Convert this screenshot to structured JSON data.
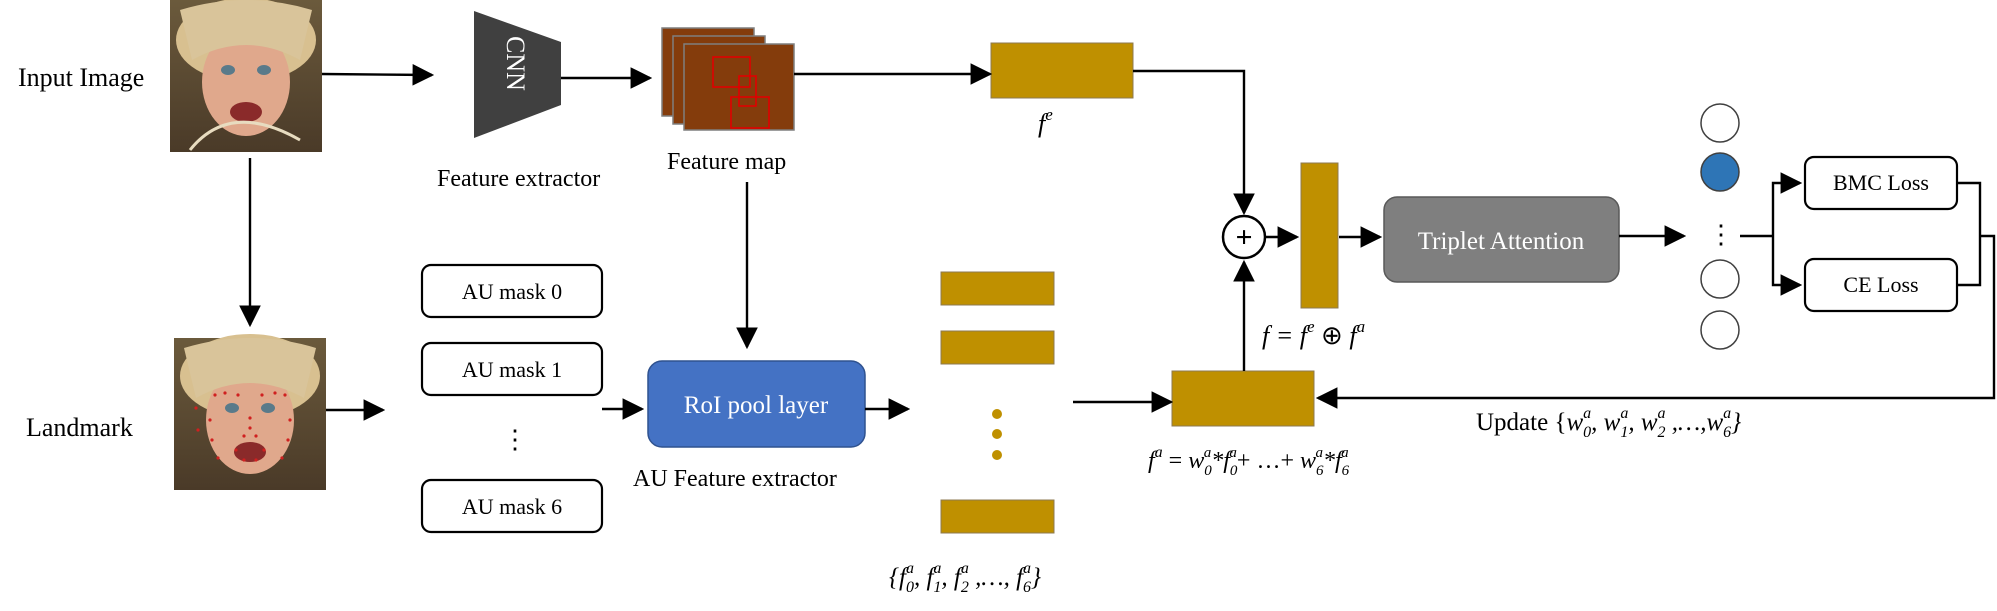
{
  "colors": {
    "feature_bar": "#BF9000",
    "roi": "#4472C4",
    "triplet": "#7F7F7F",
    "cnn": "#404040",
    "feature_map": "#843C0C",
    "roi_box": "#E00000",
    "active_node": "#2E75B6"
  },
  "labels": {
    "input_image": "Input Image",
    "landmark": "Landmark",
    "cnn": "CNN",
    "feature_extractor": "Feature extractor",
    "feature_map": "Feature map",
    "roi_pool": "RoI pool layer",
    "au_feature_extractor": "AU Feature extractor",
    "triplet_attention": "Triplet Attention",
    "bmc_loss": "BMC Loss",
    "ce_loss": "CE Loss",
    "au_masks": [
      "AU mask 0",
      "AU mask 1",
      "AU mask 6"
    ],
    "ellipsis": "⋮"
  },
  "math": {
    "fe_base": "f",
    "fe_sup": "e",
    "fusion": {
      "lhs": "f = f",
      "sup_e": "e",
      "op": " ⊕ f",
      "sup_a": "a"
    },
    "fa_eq": {
      "lhs": "f",
      "sup": "a",
      "eq": " = w",
      "w0sub": "0",
      "w0sup": "a",
      "f0": "*f",
      "f0sub": "0",
      "f0sup": "a",
      "mid": "+ …+ w",
      "w6sub": "6",
      "w6sup": "a",
      "f6": "*f",
      "f6sub": "6",
      "f6sup": "a"
    },
    "update_prefix": "Update {w",
    "update_terms": [
      "0",
      "1",
      "2",
      "6"
    ],
    "set_terms": [
      "0",
      "1",
      "2",
      "6"
    ]
  }
}
